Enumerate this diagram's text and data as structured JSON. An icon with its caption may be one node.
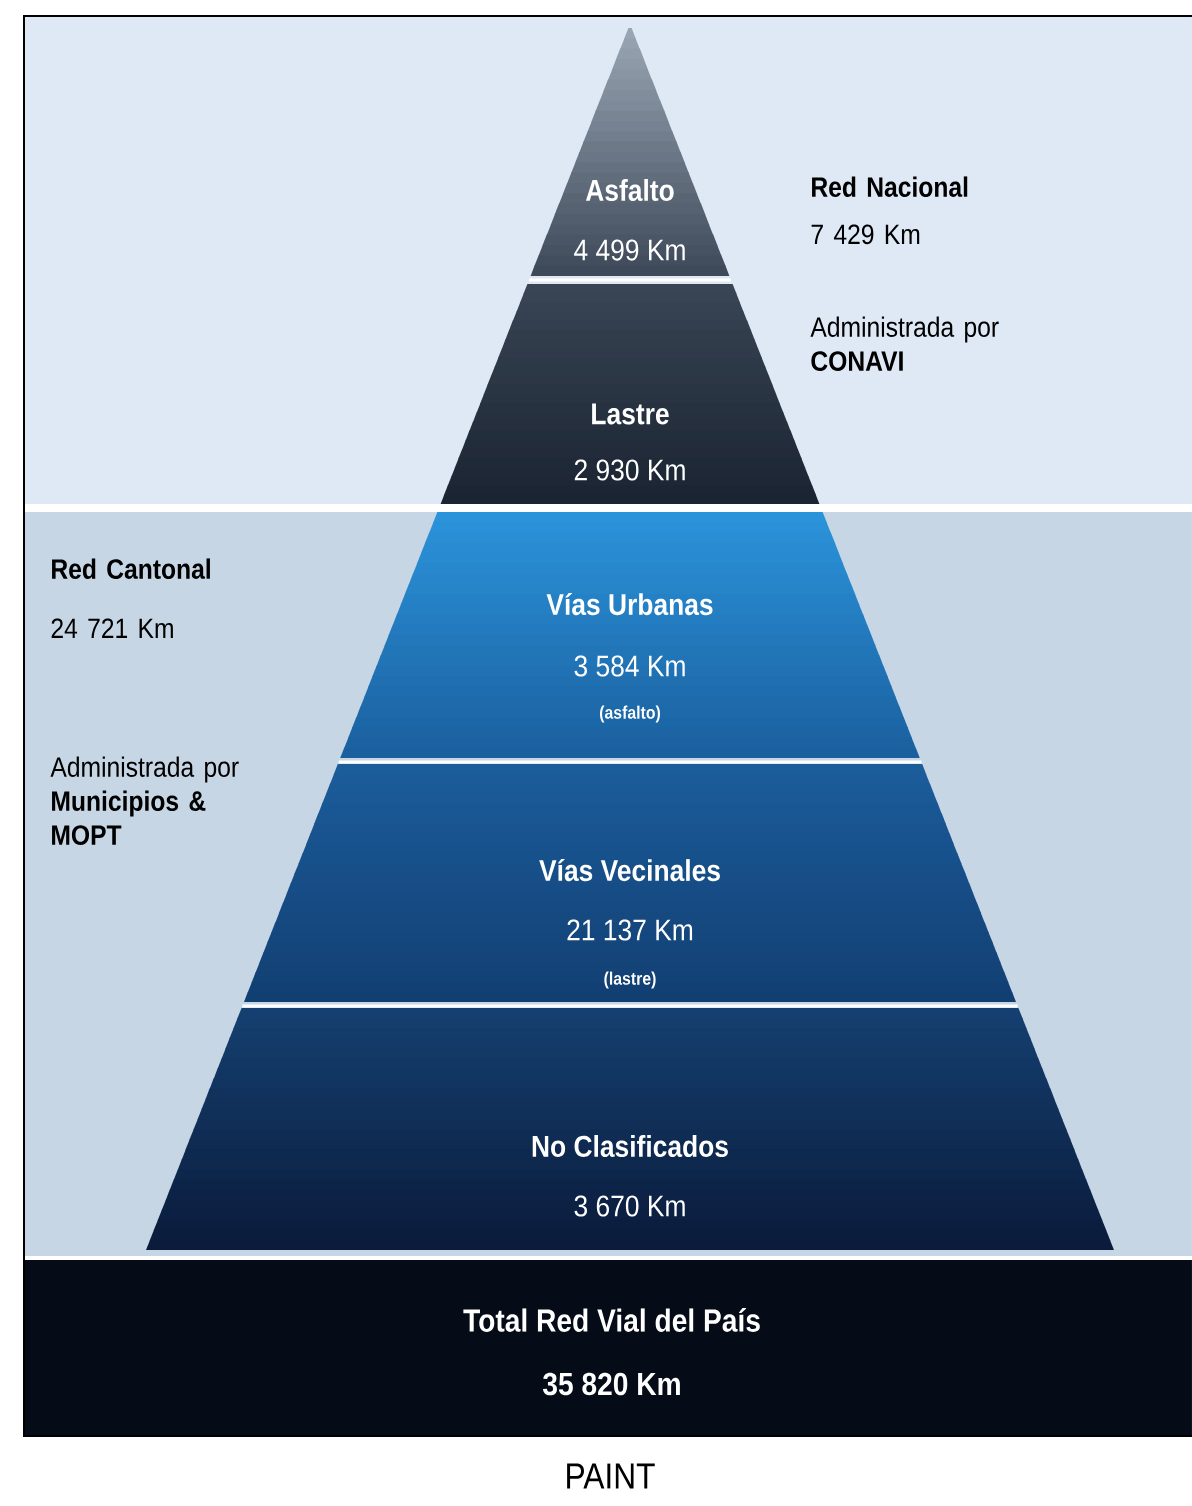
{
  "diagram": {
    "caption": "PAINT",
    "nodes": [
      {
        "text": [
          "Red Nacional",
          "7 429 Km",
          "Administrada por **CONAVI**"
        ]
      },
      {
        "text": [
          "Asfalto",
          "4 499 Km"
        ],
        "in": 0
      },
      {
        "text": [
          "Lastre",
          "2 930 Km"
        ],
        "in": 0
      },
      {
        "text": [
          "Red Cantonal",
          "24 721 Km",
          "Administrada por **Municipios & MOPT**"
        ]
      },
      {
        "text": [
          "Vías Urbanas",
          "3 584 Km",
          "(asfalto)"
        ],
        "in": 3
      },
      {
        "text": [
          "Vías Vecinales",
          "21 137 Km",
          "(lastre)"
        ],
        "in": 3
      },
      {
        "text": [
          "No Clasificados",
          "3 670 Km"
        ],
        "in": 3
      },
      {
        "text": [
          "Total Red Vial del País",
          "35 820 Km"
        ]
      }
    ]
  }
}
